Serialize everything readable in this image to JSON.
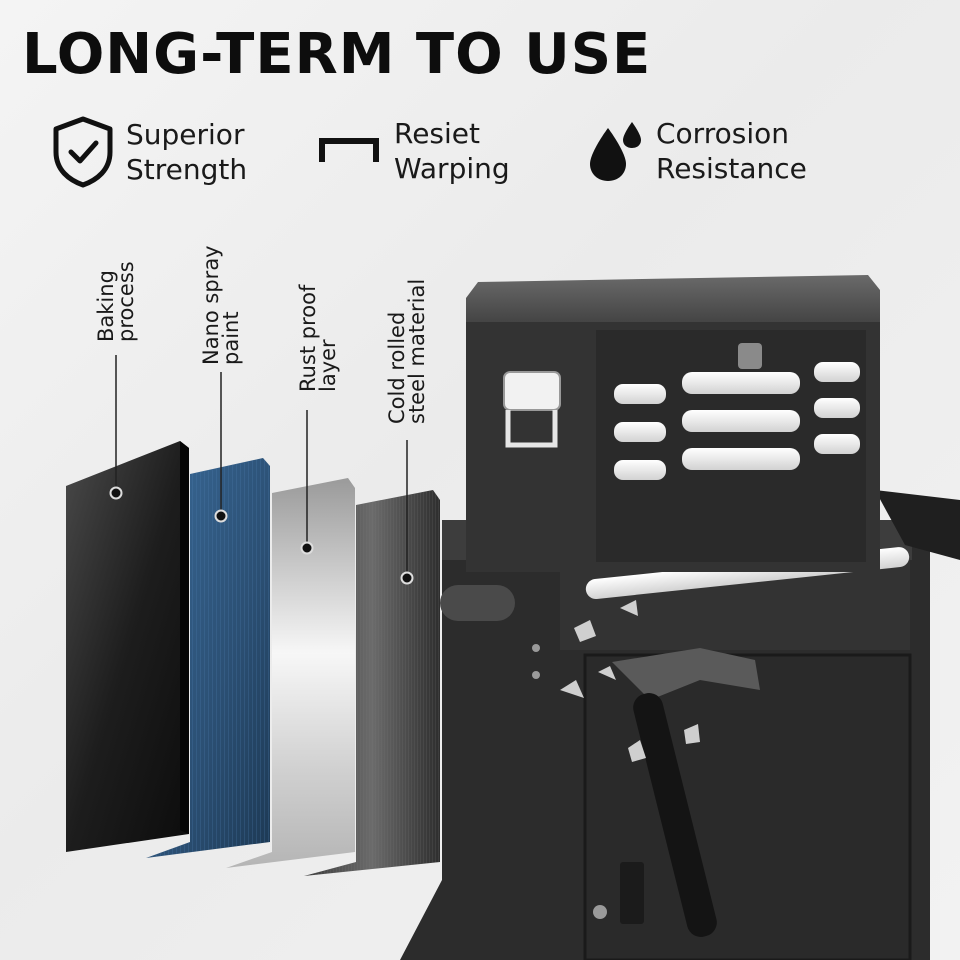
{
  "headline": "LONG-TERM TO USE",
  "features": [
    {
      "icon": "shield-check-icon",
      "line1": "Superior",
      "line2": "Strength"
    },
    {
      "icon": "bracket-icon",
      "line1": "Resiet",
      "line2": "Warping"
    },
    {
      "icon": "water-drops-icon",
      "line1": "Corrosion",
      "line2": "Resistance"
    }
  ],
  "layers": [
    {
      "line1": "Baking",
      "line2": "process",
      "color": "#1e1e1e"
    },
    {
      "line1": "Nano spray",
      "line2": "paint",
      "color": "#2f5478"
    },
    {
      "line1": "Rust proof",
      "line2": "layer",
      "color": "#c9c9c9"
    },
    {
      "line1": "Cold rolled",
      "line2": "steel material",
      "color": "#4a4a4a"
    }
  ],
  "product": {
    "name": "tool-chest-cabinet",
    "body_color": "#2b2b2b",
    "handle_color": "#f2f2f2"
  }
}
